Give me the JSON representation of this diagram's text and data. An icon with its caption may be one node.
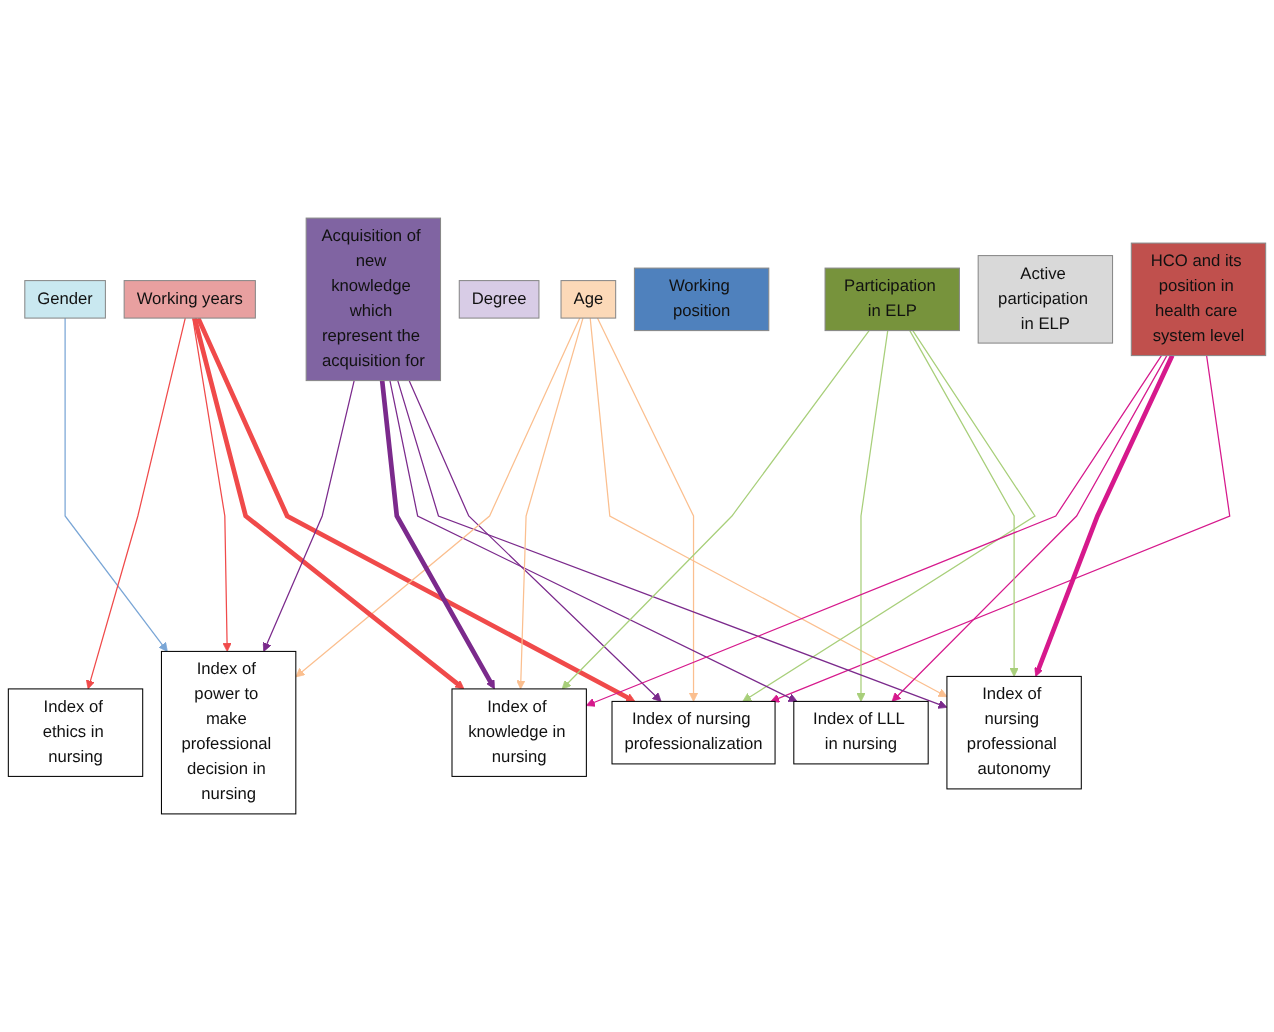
{
  "diagram": {
    "nodes": [
      {
        "text": [
          "Gender"
        ]
      },
      {
        "text": [
          "Age"
        ]
      },
      {
        "text": [
          "Working years"
        ]
      },
      {
        "text": [
          "Degree"
        ]
      },
      {
        "text": [
          "HCO and its position in health care system level"
        ]
      },
      {
        "text": [
          "Working position"
        ]
      },
      {
        "text": [
          "Participation in ELP"
        ]
      },
      {
        "text": [
          "Active participation in ELP"
        ]
      },
      {
        "text": [
          "Acquisition of new knowledge which represent the acquisition for"
        ]
      },
      {
        "text": [
          "Index of nursing professionalization"
        ]
      },
      {
        "text": [
          "Index of nursing professional autonomy"
        ]
      },
      {
        "text": [
          "Index of LLL in nursing"
        ]
      },
      {
        "text": [
          "Index of knowledge in nursing"
        ]
      },
      {
        "text": [
          "Index of power to make professional decision in nursing"
        ]
      },
      {
        "text": [
          "Index of ethics in nursing"
        ]
      }
    ],
    "edges": [
      {
        "from": 1,
        "to": 9,
        "arrow": "to",
        "color": "#fbbf8f"
      },
      {
        "from": 1,
        "to": 10,
        "arrow": "to",
        "color": "#fbbf8f"
      },
      {
        "from": 2,
        "to": 9,
        "arrow": "to",
        "style": "thick",
        "color": "#f04a4a"
      },
      {
        "from": 4,
        "to": 9,
        "arrow": "to",
        "color": "#d6198c"
      },
      {
        "from": 4,
        "to": 10,
        "arrow": "to",
        "style": "thick",
        "color": "#d6198c"
      },
      {
        "from": 4,
        "to": 11,
        "arrow": "to",
        "color": "#d6198c"
      },
      {
        "from": 6,
        "to": 9,
        "arrow": "to",
        "color": "#a8cf7a"
      },
      {
        "from": 6,
        "to": 10,
        "arrow": "to",
        "color": "#a8cf7a"
      },
      {
        "from": 6,
        "to": 11,
        "arrow": "to",
        "color": "#a8cf7a"
      },
      {
        "from": 8,
        "to": 9,
        "arrow": "to",
        "color": "#7b2a8c"
      },
      {
        "from": 8,
        "to": 10,
        "arrow": "to",
        "color": "#7b2a8c"
      },
      {
        "from": 8,
        "to": 11,
        "arrow": "to",
        "color": "#7b2a8c"
      },
      {
        "from": 0,
        "to": 13,
        "arrow": "to",
        "color": "#7aa6d6"
      },
      {
        "from": 1,
        "to": 12,
        "arrow": "to",
        "color": "#fbbf8f"
      },
      {
        "from": 1,
        "to": 13,
        "arrow": "to",
        "color": "#fbbf8f"
      },
      {
        "from": 2,
        "to": 12,
        "arrow": "to",
        "style": "thick",
        "color": "#f04a4a"
      },
      {
        "from": 2,
        "to": 13,
        "arrow": "to",
        "color": "#f04a4a"
      },
      {
        "from": 2,
        "to": 14,
        "arrow": "to",
        "color": "#f04a4a"
      },
      {
        "from": 4,
        "to": 12,
        "arrow": "to",
        "color": "#d6198c"
      },
      {
        "from": 6,
        "to": 12,
        "arrow": "to",
        "color": "#a8cf7a"
      },
      {
        "from": 8,
        "to": 12,
        "arrow": "to",
        "style": "thick",
        "color": "#7b2a8c"
      },
      {
        "from": 8,
        "to": 13,
        "arrow": "to",
        "color": "#7b2a8c"
      }
    ]
  }
}
